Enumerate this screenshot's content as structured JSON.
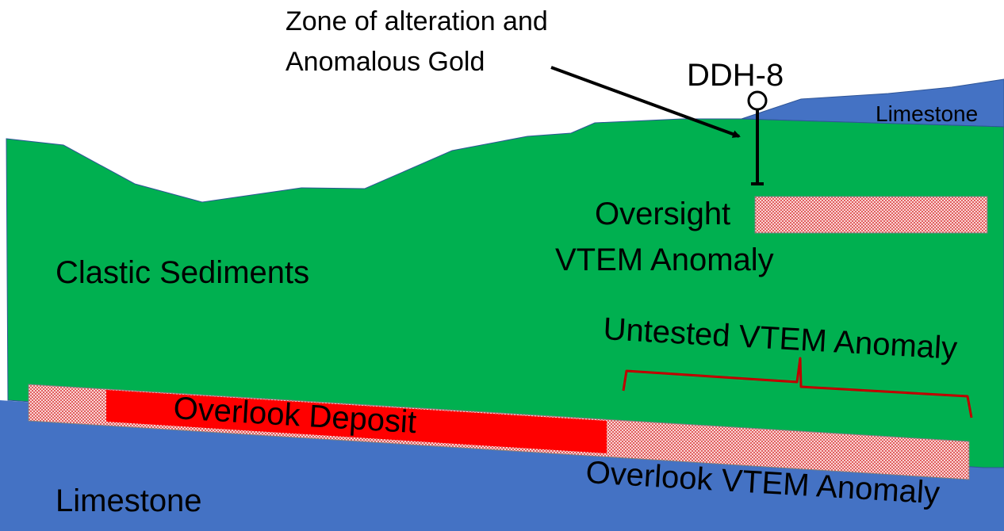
{
  "labels": {
    "zone_line1": "Zone of alteration and",
    "zone_line2": "Anomalous Gold",
    "drill_hole": "DDH-8",
    "limestone_top": "Limestone",
    "oversight_line1": "Oversight",
    "oversight_line2": "VTEM Anomaly",
    "clastic": "Clastic Sediments",
    "untested": "Untested VTEM Anomaly",
    "overlook_deposit": "Overlook Deposit",
    "overlook_vtem": "Overlook VTEM Anomaly",
    "limestone_bottom": "Limestone"
  },
  "colors": {
    "clastic_green": "#00b050",
    "limestone_blue": "#4472c4",
    "deposit_red": "#ff0000",
    "anomaly_hatch": "#f4a0a0",
    "bracket_red": "#c00000"
  }
}
